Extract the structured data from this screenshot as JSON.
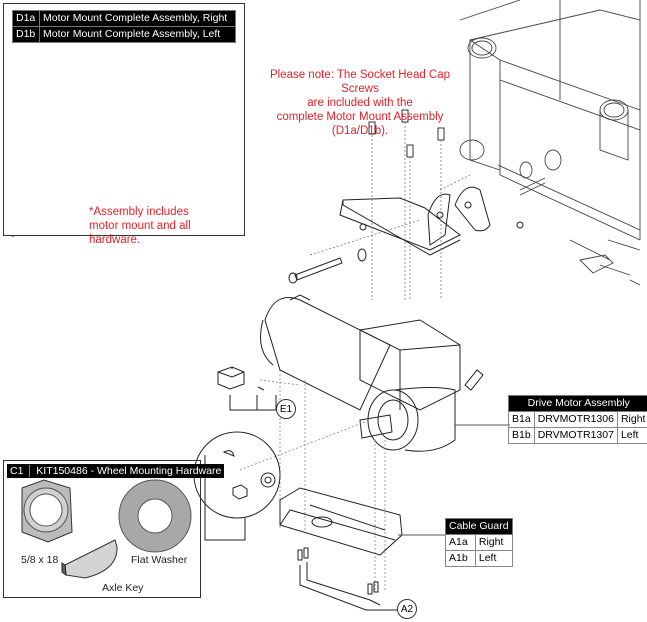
{
  "inset_motor_mount": {
    "rows": [
      {
        "id": "D1a",
        "desc": "Motor Mount Complete Assembly, Right"
      },
      {
        "id": "D1b",
        "desc": "Motor Mount Complete Assembly, Left"
      }
    ],
    "note_line1": "*Assembly includes",
    "note_line2": "motor mount and all hardware."
  },
  "main_note": {
    "line1": "Please note: The Socket Head Cap Screws",
    "line2": "are included with the",
    "line3": "complete Motor Mount Assembly (D1a/D1b)."
  },
  "drive_motor_table": {
    "title": "Drive Motor Assembly",
    "rows": [
      {
        "id": "B1a",
        "part": "DRVMOTR1306",
        "side": "Right"
      },
      {
        "id": "B1b",
        "part": "DRVMOTR1307",
        "side": "Left"
      }
    ]
  },
  "wheel_hardware": {
    "id": "C1",
    "title": "KIT150486 - Wheel Mounting Hardware",
    "nut_label": "5/8 x 18",
    "washer_label": "Flat Washer",
    "key_label": "Axle Key"
  },
  "cable_guard_table": {
    "title": "Cable Guard",
    "rows": [
      {
        "id": "A1a",
        "side": "Right"
      },
      {
        "id": "A1b",
        "side": "Left"
      }
    ]
  },
  "callouts": {
    "e1": "E1",
    "a2": "A2"
  },
  "colors": {
    "note_red": "#e8202a",
    "label_black": "#000000"
  }
}
